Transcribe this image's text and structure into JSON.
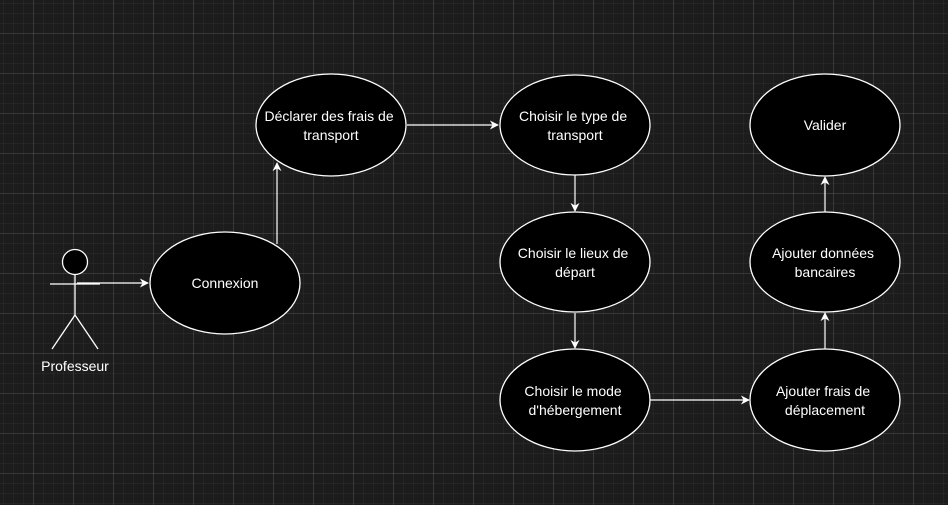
{
  "diagram": {
    "colors": {
      "background": "#1c1c1c",
      "node_fill": "#000000",
      "stroke": "#ffffff",
      "text": "#ffffff"
    },
    "actor": {
      "label": "Professeur",
      "icon": "stick-figure-icon"
    },
    "use_cases": [
      {
        "id": "connexion",
        "lines": [
          "Connexion"
        ]
      },
      {
        "id": "declarer",
        "lines": [
          "Déclarer des frais de",
          "transport"
        ]
      },
      {
        "id": "type",
        "lines": [
          "Choisir le type de",
          "transport"
        ]
      },
      {
        "id": "lieux",
        "lines": [
          "Choisir le lieux de",
          "départ"
        ]
      },
      {
        "id": "hebergement",
        "lines": [
          "Choisir le mode",
          "d'hébergement"
        ]
      },
      {
        "id": "frais",
        "lines": [
          "Ajouter frais de",
          "déplacement"
        ]
      },
      {
        "id": "bancaires",
        "lines": [
          "Ajouter données",
          "bancaires"
        ]
      },
      {
        "id": "valider",
        "lines": [
          "Valider"
        ]
      }
    ],
    "connections": [
      {
        "from": "actor",
        "to": "connexion"
      },
      {
        "from": "connexion",
        "to": "declarer"
      },
      {
        "from": "declarer",
        "to": "type"
      },
      {
        "from": "type",
        "to": "lieux"
      },
      {
        "from": "lieux",
        "to": "hebergement"
      },
      {
        "from": "hebergement",
        "to": "frais"
      },
      {
        "from": "frais",
        "to": "bancaires"
      },
      {
        "from": "bancaires",
        "to": "valider"
      }
    ]
  }
}
